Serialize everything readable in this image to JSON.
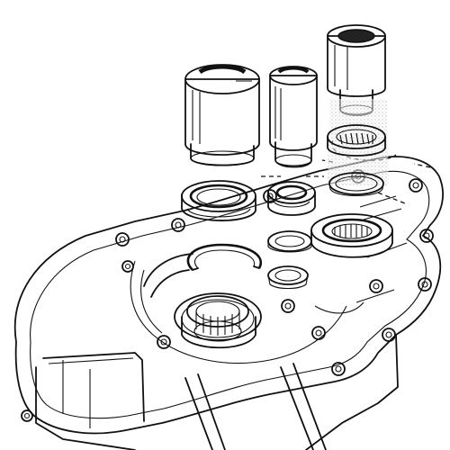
{
  "figure": {
    "kind": "exploded assembly line drawing",
    "colors": {
      "line": "#111111",
      "background": "#ffffff",
      "shade_dark": "#222222",
      "shade_mid": "#777777",
      "shade_light": "#d9d9d9"
    },
    "parts": [
      "crankcase-half",
      "large-bearing-driver-tool",
      "medium-bearing-driver-tool",
      "socket-bearing-driver-tool",
      "large-oil-seal",
      "small-bearing",
      "needle-bearing",
      "thin-oil-seal",
      "o-ring-seal",
      "snap-ring",
      "small-washer-ring",
      "splined-bearing-in-case",
      "splined-bearing-loose",
      "support-rod-left",
      "support-rod-right"
    ]
  }
}
